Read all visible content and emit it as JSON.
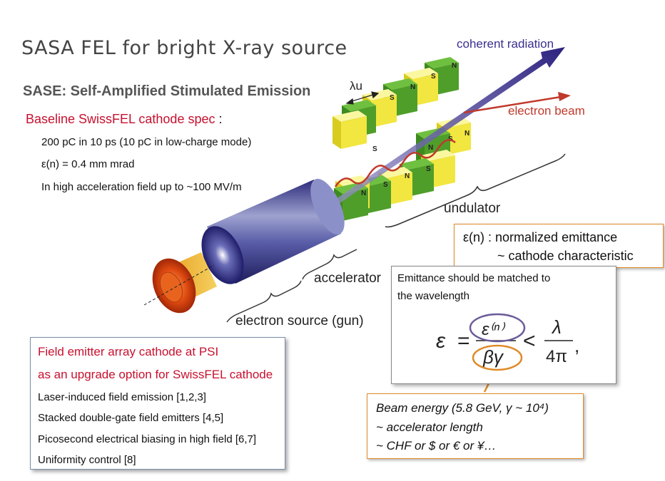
{
  "title": "SASA FEL for bright X-ray source",
  "subtitle": "SASE: Self-Amplified Stimulated Emission",
  "baseline": {
    "heading": "Baseline SwissFEL cathode spec",
    "colon": " :",
    "items": [
      "200 pC in 10 ps (10 pC in low-charge mode)",
      "ε(n) = 0.4 mm mrad",
      "In high acceleration field up to ~100 MV/m"
    ]
  },
  "diagram": {
    "coherent_radiation": "coherent radiation",
    "electron_beam": "electron beam",
    "undulator_period": "λu",
    "undulator": "undulator",
    "accelerator": "accelerator",
    "electron_source": "electron source (gun)",
    "pole_n": "N",
    "pole_s": "S"
  },
  "fea_box": {
    "heading_lines": [
      "Field emitter array cathode at PSI",
      "as an upgrade option for SwissFEL cathode"
    ],
    "items": [
      "Laser-induced field emission [1,2,3]",
      "Stacked double-gate field emitters [4,5]",
      "Picosecond electrical biasing in high field [6,7]",
      "Uniformity control [8]"
    ]
  },
  "emittance_box": {
    "line1": "ε(n) : normalized emittance",
    "line2": "~ cathode characteristic"
  },
  "matching_box": {
    "line1": "Emittance should be matched to",
    "line2": "the wavelength",
    "formula": "ε = ε(n) / βγ < λ / 4π,"
  },
  "energy_box": {
    "line1": "Beam energy (5.8 GeV, γ ~ 10⁴)",
    "line2": "~ accelerator length",
    "line3": "~ CHF or $ or € or ¥…"
  },
  "colors": {
    "red_text": "#c8102e",
    "orange_box": "#e08a2a",
    "purple_ellipse": "#6b5b9a",
    "radiation_arrow": "#3b2f8f",
    "beam_arrow": "#c0392b",
    "magnet_green": "#4f9e2a",
    "magnet_yellow": "#f2e640"
  }
}
